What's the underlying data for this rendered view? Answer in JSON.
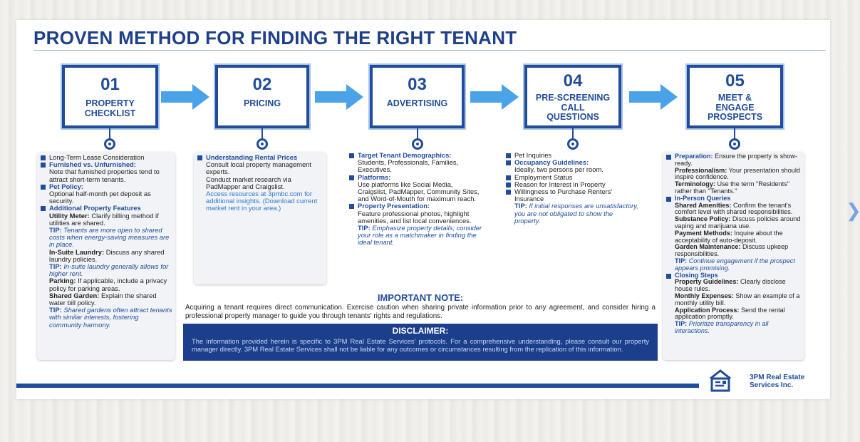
{
  "title": "PROVEN METHOD FOR FINDING THE RIGHT TENANT",
  "steps": [
    {
      "num": "01",
      "l1": "PROPERTY",
      "l2": "CHECKLIST"
    },
    {
      "num": "02",
      "l1": "PRICING"
    },
    {
      "num": "03",
      "l1": "ADVERTISING"
    },
    {
      "num": "04",
      "l1": "PRE-SCREENING",
      "l2": "CALL",
      "l3": "QUESTIONS"
    },
    {
      "num": "05",
      "l1": "MEET &",
      "l2": "ENGAGE",
      "l3": "PROSPECTS"
    }
  ],
  "col1": {
    "h1": "Long-Term Lease Consideration",
    "h2": "Furnished vs. Unfurnished:",
    "b2": "Note that furnished properties tend to attract short-term tenants.",
    "h3": "Pet Policy:",
    "b3": "Optional half-month pet deposit as security.",
    "h4": "Additional Property Features",
    "s1k": "Utility Meter:",
    "s1v": " Clarify billing method if utilities are shared.",
    "t1": "Tenants are more open to shared costs when energy-saving measures are in place.",
    "s2k": "In-Suite Laundry:",
    "s2v": " Discuss any shared laundry policies.",
    "t2": "In-suite laundry generally allows for higher rent.",
    "s3k": "Parking:",
    "s3v": " If applicable, include a privacy policy for parking areas.",
    "s4k": "Shared Garden:",
    "s4v": " Explain the shared water bill policy.",
    "t3": "Shared gardens often attract tenants with similar interests, fostering community harmony."
  },
  "col2": {
    "h1": "Understanding Rental Prices",
    "b1": "Consult local property management experts.",
    "b2": "Conduct market research via PadMapper and Craigslist.",
    "link": "Access resources at 3pmbc.com for additional insights. (Download current market rent in your area.)"
  },
  "col3": {
    "h1": "Target Tenant Demographics:",
    "b1": "Students, Professionals, Families, Executives.",
    "h2": "Platforms:",
    "b2": "Use platforms like Social Media, Craigslist, PadMapper, Community Sites, and Word-of-Mouth for maximum reach.",
    "h3": "Property Presentation:",
    "b3": "Feature professional photos, highlight amenities, and list local conveniences.",
    "t1": "Emphasize property details; consider your role as a matchmaker in finding the ideal tenant."
  },
  "col4": {
    "h1": "Pet Inquiries",
    "h2": "Occupancy Guidelines:",
    "b2": "Ideally, two persons per room.",
    "h3": "Employment Status",
    "h4": "Reason for Interest in Property",
    "h5": "Willingness to Purchase Renters' Insurance",
    "t1": "If initial responses are unsatisfactory, you are not obligated to show the property."
  },
  "col5": {
    "h1k": "Preparation:",
    "h1v": " Ensure the property is show-ready.",
    "s1k": "Professionalism:",
    "s1v": " Your presentation should inspire confidence.",
    "s2k": "Terminology:",
    "s2v": " Use the term \"Residents\" rather than \"Tenants.\"",
    "h2": "In-Person Queries",
    "s3k": "Shared Amenities:",
    "s3v": " Confirm the tenant's comfort level with shared responsibilities.",
    "s4k": "Substance Policy:",
    "s4v": " Discuss policies around vaping and marijuana use.",
    "s5k": "Payment Methods:",
    "s5v": " Inquire about the acceptability of auto-deposit.",
    "s6k": "Garden Maintenance:",
    "s6v": " Discuss upkeep responsibilities.",
    "t1": "Continue engagement if the prospect appears promising.",
    "h3": "Closing Steps",
    "s7k": "Property Guidelines:",
    "s7v": " Clearly disclose house rules.",
    "s8k": "Monthly Expenses:",
    "s8v": " Show an example of a monthly utility bill.",
    "s9k": "Application Process:",
    "s9v": " Send the rental application promptly.",
    "t2": "Prioritize transparency in all interactions."
  },
  "tip_label": "TIP:",
  "note": {
    "title": "IMPORTANT NOTE:",
    "text": "Acquiring a tenant requires direct communication. Exercise caution when sharing private information prior to any agreement, and consider hiring a professional property manager to guide you through tenants' rights and regulations."
  },
  "disclaimer": {
    "title": "DISCLAIMER:",
    "text": "The information provided herein is specific to 3PM Real Estate Services' protocols. For a comprehensive understanding, please consult our property manager directly. 3PM Real Estate Services shall not be liable for any outcomes or circumstances resulting from the replication of this information."
  },
  "brand": {
    "l1": "3PM Real Estate",
    "l2": "Services Inc."
  },
  "colors": {
    "primary": "#1f4c9b",
    "arrow": "#4aa3e8",
    "disclaimer_bg": "#1c3f8c"
  },
  "icons": {
    "next": "chevron-right-icon",
    "logo": "3pm-logo-icon"
  }
}
